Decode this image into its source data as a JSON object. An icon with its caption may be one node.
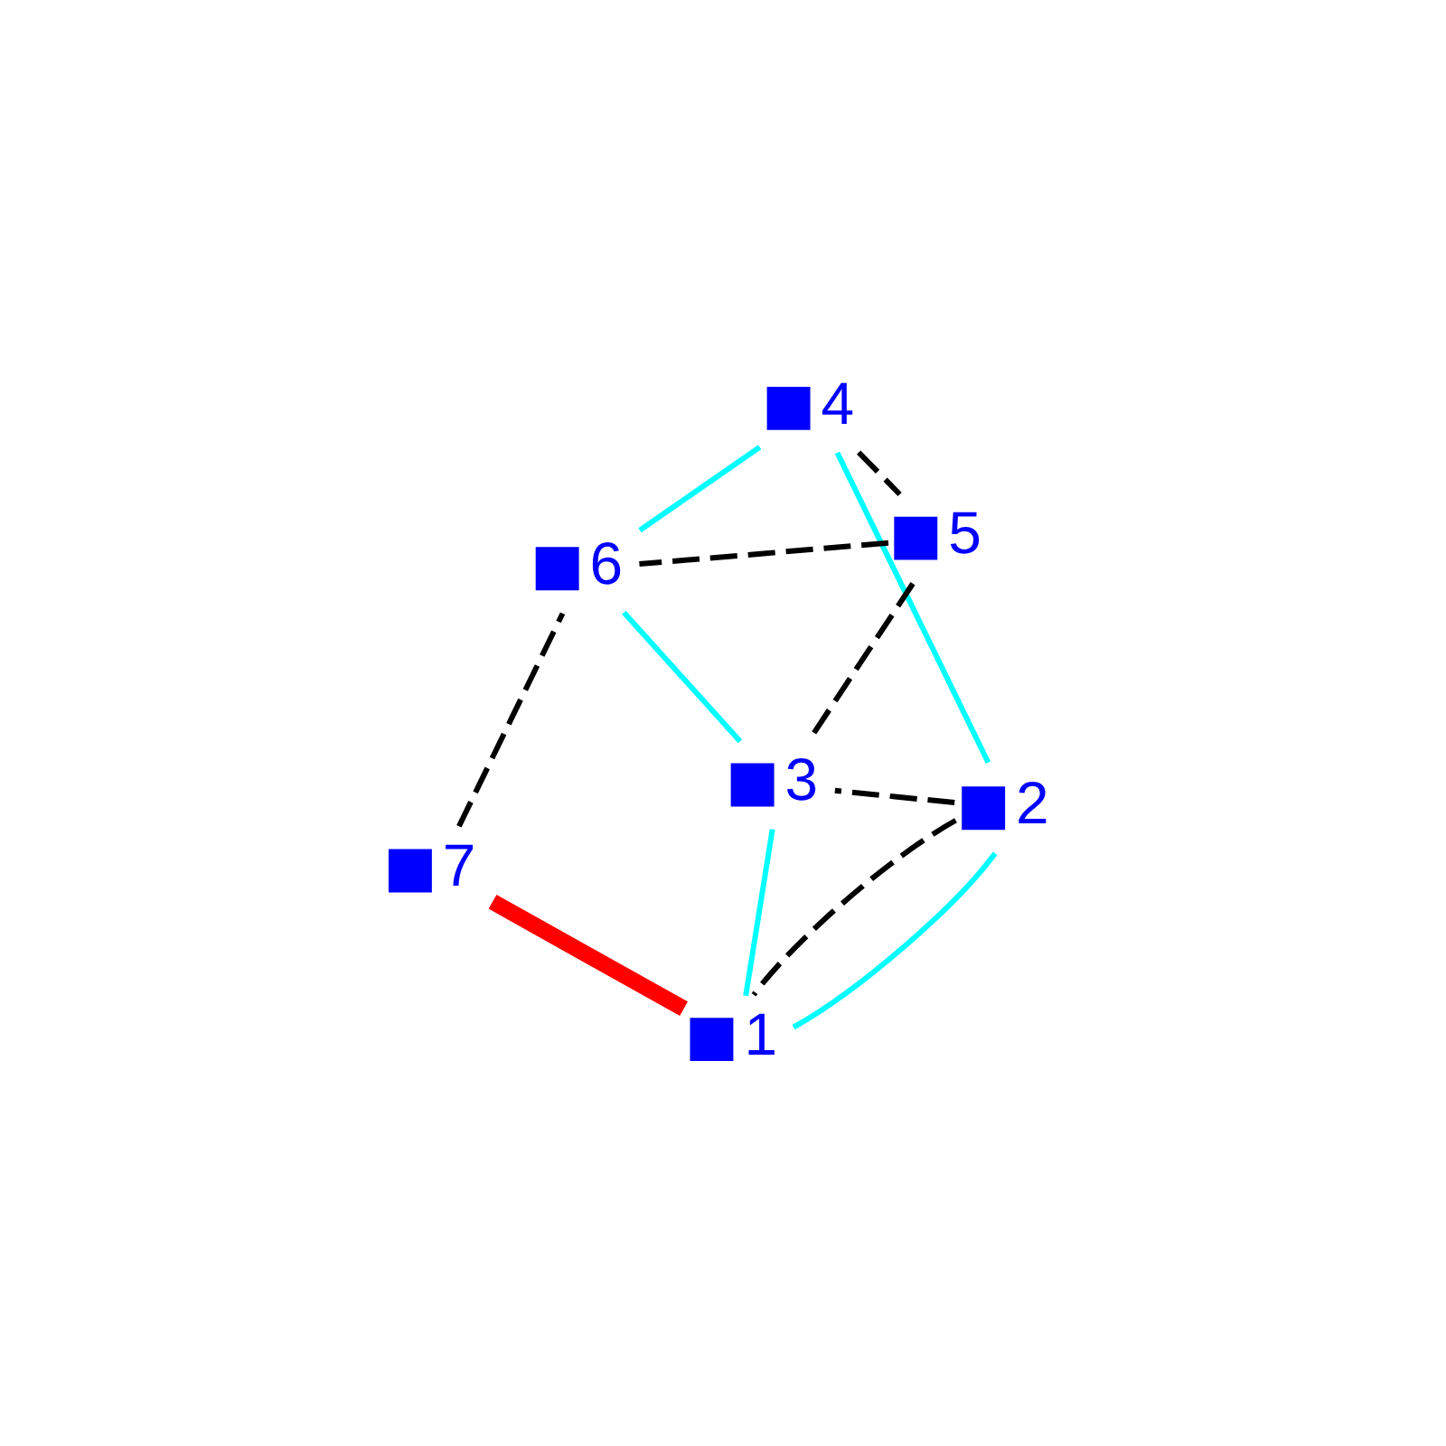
{
  "diagram": {
    "nodes": [
      {
        "text": [
          "1"
        ]
      },
      {
        "text": [
          "2"
        ]
      },
      {
        "text": [
          "3"
        ]
      },
      {
        "text": [
          "4"
        ]
      },
      {
        "text": [
          "5"
        ]
      },
      {
        "text": [
          "6"
        ]
      },
      {
        "text": [
          "7"
        ]
      }
    ],
    "edges": [
      {
        "from": 3,
        "to": 5,
        "arrow": "none",
        "color": "#00ffff"
      },
      {
        "from": 5,
        "to": 2,
        "arrow": "none",
        "color": "#00ffff"
      },
      {
        "from": 2,
        "to": 0,
        "arrow": "none",
        "color": "#00ffff"
      },
      {
        "from": 3,
        "to": 1,
        "arrow": "none",
        "color": "#00ffff"
      },
      {
        "from": 1,
        "to": 0,
        "arrow": "none",
        "color": "#00ffff"
      },
      {
        "from": 6,
        "to": 0,
        "arrow": "none",
        "style": "thick",
        "color": "#ff0000"
      },
      {
        "from": 3,
        "to": 4,
        "arrow": "none",
        "style": "dashed"
      },
      {
        "from": 4,
        "to": 5,
        "arrow": "none",
        "style": "dashed"
      },
      {
        "from": 6,
        "to": 5,
        "arrow": "none",
        "style": "dashed"
      },
      {
        "from": 4,
        "to": 2,
        "arrow": "none",
        "style": "dashed"
      },
      {
        "from": 1,
        "to": 2,
        "arrow": "none",
        "style": "dashed"
      },
      {
        "from": 1,
        "to": 0,
        "arrow": "none",
        "style": "dashed"
      }
    ]
  }
}
